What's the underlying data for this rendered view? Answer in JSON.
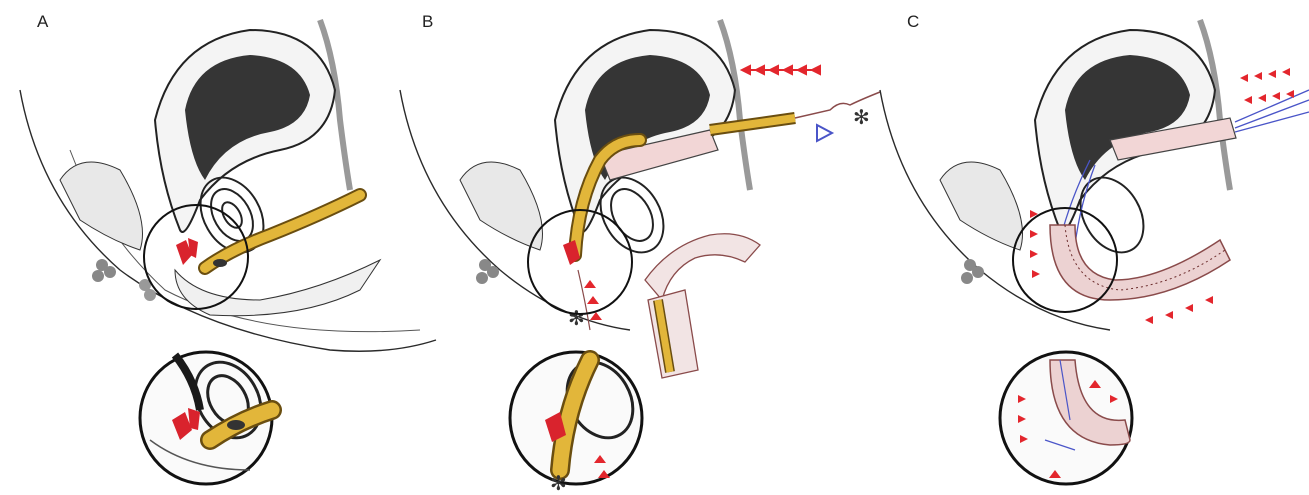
{
  "panels": [
    {
      "label": "A"
    },
    {
      "label": "B"
    },
    {
      "label": "C"
    }
  ],
  "annotations": {
    "asterisk": "✻"
  },
  "colors": {
    "outline": "#2a2a2a",
    "rectum_dark": "#1a1a1a",
    "catheter_yellow": "#e2b63a",
    "catheter_edge": "#6a4e10",
    "red_tissue": "#d9232d",
    "arrow_red": "#e3262d",
    "pink_sleeve": "#f2d6d6",
    "blue_marker": "#4a55c8",
    "dotted_tissue": "#8a4b4b"
  }
}
